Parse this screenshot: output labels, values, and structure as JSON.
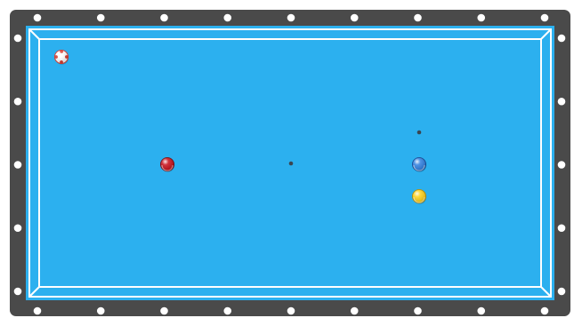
{
  "game": "carom billiards",
  "colors": {
    "page_background": "#ffffff",
    "rail": "#4a4a4a",
    "diamond": "#ffffff",
    "cloth": "#2cb0ef",
    "cushion_line": "#ffffff",
    "spot": "#3a4652"
  },
  "diamonds": {
    "long_rail_count": 9,
    "short_rail_count": 5
  },
  "balls": [
    {
      "id": "cue-ball-white",
      "color": "#ffffff",
      "accent": "#d83a2e",
      "style": "marked"
    },
    {
      "id": "object-ball-red",
      "color": "#c8101a",
      "accent": "#7a0a10",
      "style": "solid"
    },
    {
      "id": "object-ball-blue",
      "color": "#2f7fe0",
      "accent": "#164a96",
      "style": "solid"
    },
    {
      "id": "object-ball-yellow",
      "color": "#ffd21a",
      "accent": "#b98f00",
      "style": "solid"
    }
  ],
  "spots": [
    {
      "id": "center-spot"
    },
    {
      "id": "upper-right-spot"
    }
  ]
}
